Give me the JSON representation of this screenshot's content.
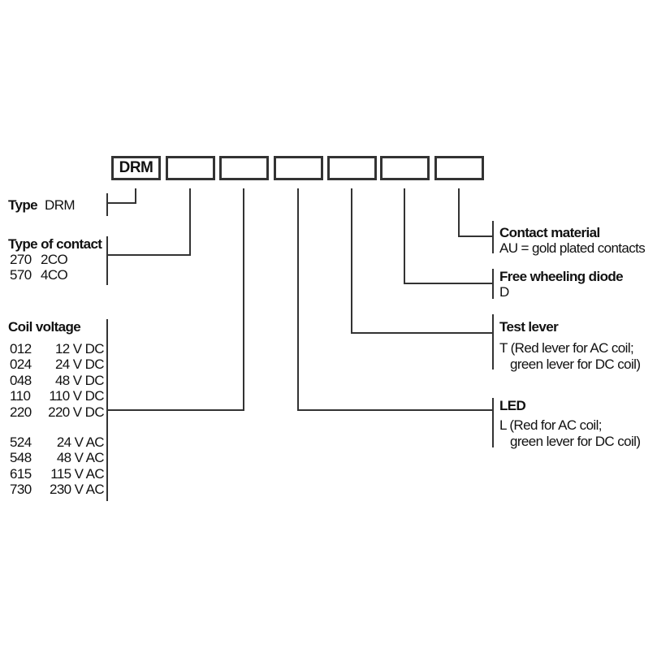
{
  "type_row": {
    "label": "Type",
    "value": "DRM"
  },
  "boxes": [
    "DRM",
    "",
    "",
    "",
    "",
    "",
    ""
  ],
  "contact_type": {
    "heading": "Type of contact",
    "rows": [
      {
        "code": "270",
        "value": "2CO"
      },
      {
        "code": "570",
        "value": "4CO"
      }
    ]
  },
  "coil_voltage": {
    "heading": "Coil voltage",
    "dc_rows": [
      {
        "code": "012",
        "value": "12 V DC"
      },
      {
        "code": "024",
        "value": "24 V DC"
      },
      {
        "code": "048",
        "value": "48 V DC"
      },
      {
        "code": "110",
        "value": "110 V DC"
      },
      {
        "code": "220",
        "value": "220 V DC"
      }
    ],
    "ac_rows": [
      {
        "code": "524",
        "value": "24 V AC"
      },
      {
        "code": "548",
        "value": "48 V AC"
      },
      {
        "code": "615",
        "value": "115 V AC"
      },
      {
        "code": "730",
        "value": "230 V AC"
      }
    ]
  },
  "right_sections": [
    {
      "heading": "Contact material",
      "lines": [
        "AU = gold plated contacts"
      ]
    },
    {
      "heading": "Free wheeling diode",
      "lines": [
        "D"
      ]
    },
    {
      "heading": "Test lever",
      "lines": [
        "T (Red lever for AC coil;",
        "green lever for DC coil)"
      ]
    },
    {
      "heading": "LED",
      "lines": [
        "L (Red for AC coil;",
        "green lever for DC coil)"
      ]
    }
  ],
  "colors": {
    "background": "#ffffff",
    "line": "#333333",
    "text": "#111111"
  }
}
